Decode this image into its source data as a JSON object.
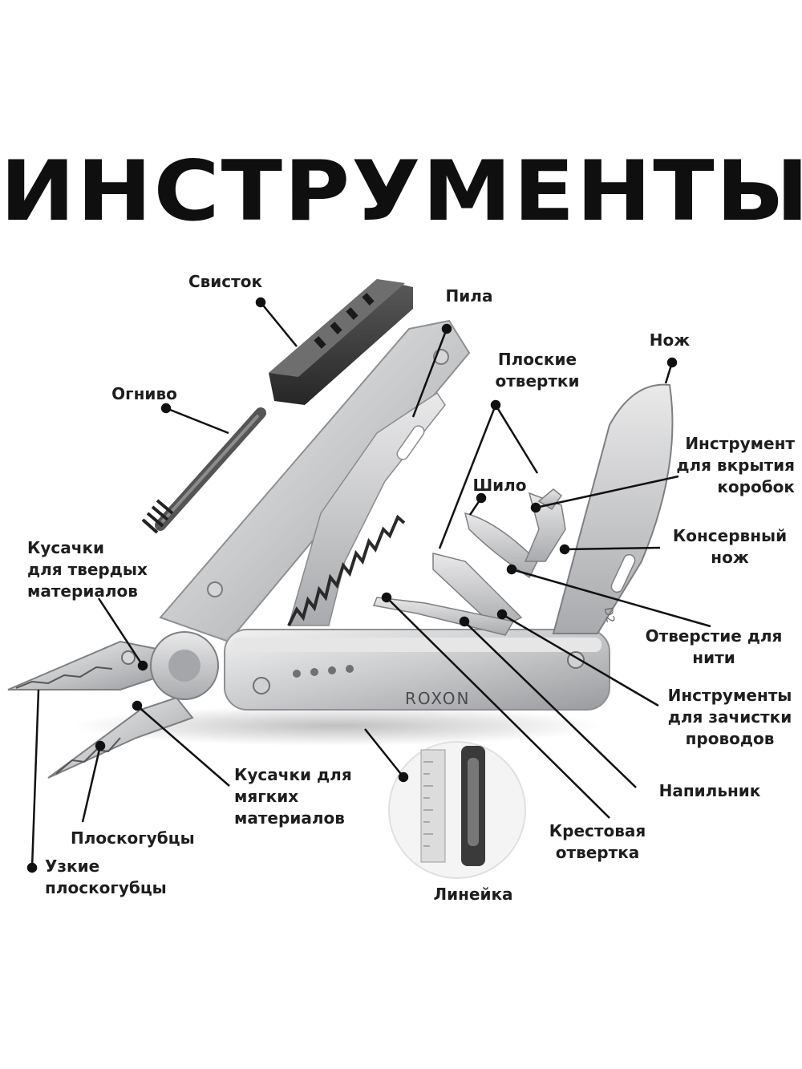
{
  "title": "ИНСТРУМЕНТЫ",
  "brand": "ROXON",
  "blade_mark": "D2",
  "labels": {
    "svistok": "Свисток",
    "ognivo": "Огниво",
    "pila": "Пила",
    "ploskie": "Плоские\nотвертки",
    "nozh": "Нож",
    "shilo": "Шило",
    "korobki": "Инструмент\nдля вкрытия\nкоробок",
    "konserv": "Консервный\nнож",
    "kusachki_tverd": "Кусачки\nдля твердых\nматериалов",
    "otverstie": "Отверстие для\nнити",
    "zachistka": "Инструменты\nдля зачистки\nпроводов",
    "kusachki_myag": "Кусачки для\nмягких\nматериалов",
    "napilnik": "Напильник",
    "ploskogubcy": "Плоскогубцы",
    "krestovaya": "Крестовая\nотвертка",
    "uzkie": "Узкие\nплоскогубцы",
    "lineyka": "Линейка"
  }
}
